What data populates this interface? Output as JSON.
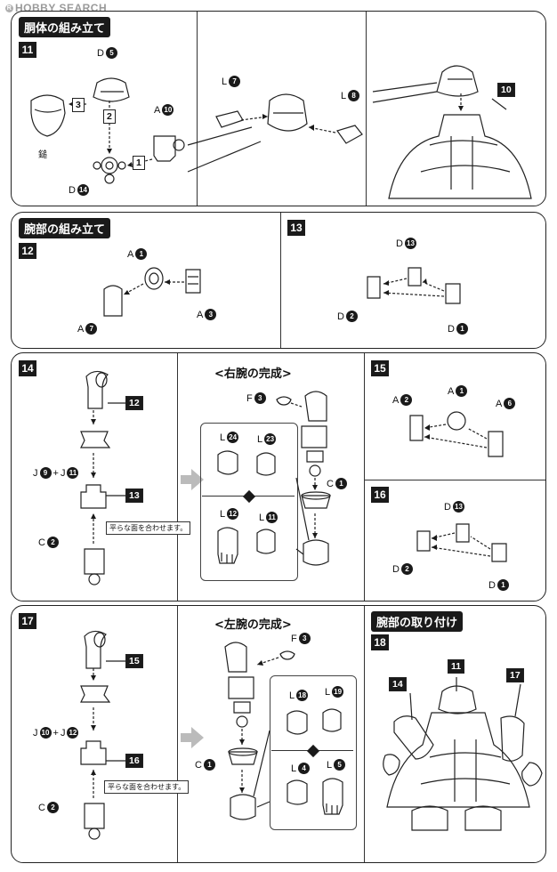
{
  "logo": "HOBBY SEARCH",
  "sections": {
    "torso": {
      "title": "胴体の組み立て"
    },
    "arms": {
      "title": "腕部の組み立て"
    },
    "attach": {
      "title": "腕部の取り付け"
    }
  },
  "steps": {
    "s11": {
      "num": "11",
      "labels": {
        "d5": "D",
        "d5n": "5",
        "a10": "A",
        "a10n": "10",
        "d14": "D",
        "d14n": "14",
        "l7": "L",
        "l7n": "7",
        "l8": "L",
        "l8n": "8",
        "hammer": "鎚",
        "n3": "3",
        "n2": "2",
        "n1": "1",
        "ref10": "10"
      }
    },
    "s12": {
      "num": "12",
      "labels": {
        "a1": "A",
        "a1n": "1",
        "a7": "A",
        "a7n": "7",
        "a3": "A",
        "a3n": "3"
      }
    },
    "s13": {
      "num": "13",
      "labels": {
        "d13": "D",
        "d13n": "13",
        "d2": "D",
        "d2n": "2",
        "d1": "D",
        "d1n": "1"
      }
    },
    "s14": {
      "num": "14",
      "labels": {
        "ref12": "12",
        "ref13": "13",
        "j": "J",
        "jn9": "9",
        "plus": "+",
        "j2": "J",
        "jn11": "11",
        "c2": "C",
        "c2n": "2"
      },
      "note": "平らな面を合わせます。"
    },
    "right": {
      "heading": "<右腕の完成>",
      "labels": {
        "f3": "F",
        "f3n": "3",
        "l24": "L",
        "l24n": "24",
        "l23": "L",
        "l23n": "23",
        "c1": "C",
        "c1n": "1",
        "l12": "L",
        "l12n": "12",
        "l11": "L",
        "l11n": "11"
      }
    },
    "s15": {
      "num": "15",
      "labels": {
        "a2": "A",
        "a2n": "2",
        "a1": "A",
        "a1n": "1",
        "a6": "A",
        "a6n": "6"
      }
    },
    "s16": {
      "num": "16",
      "labels": {
        "d13": "D",
        "d13n": "13",
        "d2": "D",
        "d2n": "2",
        "d1": "D",
        "d1n": "1"
      }
    },
    "s17": {
      "num": "17",
      "labels": {
        "ref15": "15",
        "ref16": "16",
        "j": "J",
        "jn10": "10",
        "plus": "+",
        "j2": "J",
        "jn12": "12",
        "c2": "C",
        "c2n": "2"
      },
      "note": "平らな面を合わせます。"
    },
    "left": {
      "heading": "<左腕の完成>",
      "labels": {
        "f3": "F",
        "f3n": "3",
        "c1": "C",
        "c1n": "1",
        "l18": "L",
        "l18n": "18",
        "l19": "L",
        "l19n": "19",
        "l4": "L",
        "l4n": "4",
        "l5": "L",
        "l5n": "5"
      }
    },
    "s18": {
      "num": "18",
      "labels": {
        "ref11": "11",
        "ref14": "14",
        "ref17": "17"
      }
    }
  }
}
